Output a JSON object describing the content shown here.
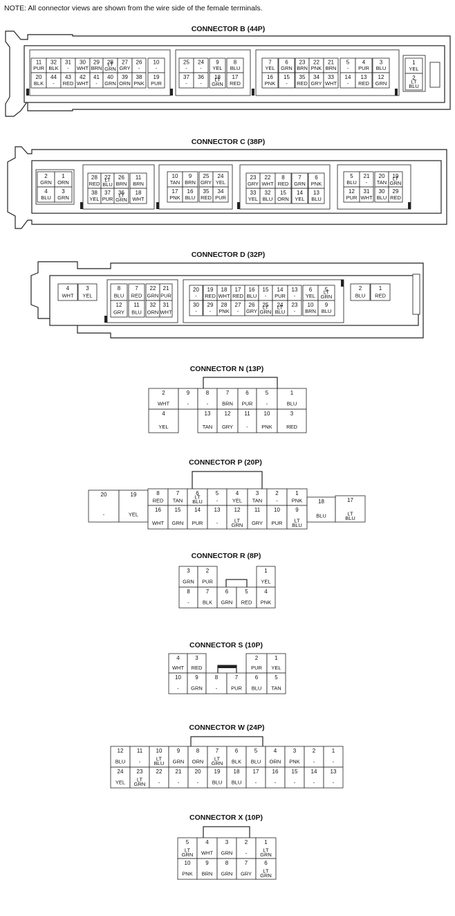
{
  "note": "NOTE: All connector views are shown from the wire side of the female terminals.",
  "connectors": {
    "B": {
      "title": "CONNECTOR B (44P)",
      "pins": [
        {
          "n": "11",
          "c": "PUR"
        },
        {
          "n": "32",
          "c": "BLK"
        },
        {
          "n": "31",
          "c": "-"
        },
        {
          "n": "30",
          "c": "WHT"
        },
        {
          "n": "29",
          "c": "BRN"
        },
        {
          "n": "28",
          "c": "LT GRN"
        },
        {
          "n": "27",
          "c": "GRY"
        },
        {
          "n": "26",
          "c": "-"
        },
        {
          "n": "10",
          "c": "-"
        },
        {
          "n": "20",
          "c": "BLK"
        },
        {
          "n": "44",
          "c": "-"
        },
        {
          "n": "43",
          "c": "RED"
        },
        {
          "n": "42",
          "c": "WHT"
        },
        {
          "n": "41",
          "c": "-"
        },
        {
          "n": "40",
          "c": "GRN"
        },
        {
          "n": "39",
          "c": "ORN"
        },
        {
          "n": "38",
          "c": "PNK"
        },
        {
          "n": "19",
          "c": "PUR"
        },
        {
          "n": "25",
          "c": "-"
        },
        {
          "n": "24",
          "c": "-"
        },
        {
          "n": "9",
          "c": "YEL"
        },
        {
          "n": "8",
          "c": "BLU"
        },
        {
          "n": "37",
          "c": "-"
        },
        {
          "n": "36",
          "c": "-"
        },
        {
          "n": "18",
          "c": "LT GRN"
        },
        {
          "n": "17",
          "c": "RED"
        },
        {
          "n": "7",
          "c": "YEL"
        },
        {
          "n": "6",
          "c": "GRN"
        },
        {
          "n": "23",
          "c": "BRN"
        },
        {
          "n": "22",
          "c": "PNK"
        },
        {
          "n": "21",
          "c": "BRN"
        },
        {
          "n": "5",
          "c": "-"
        },
        {
          "n": "4",
          "c": "PUR"
        },
        {
          "n": "3",
          "c": "BLU"
        },
        {
          "n": "16",
          "c": "PNK"
        },
        {
          "n": "15",
          "c": "-"
        },
        {
          "n": "35",
          "c": "RED"
        },
        {
          "n": "34",
          "c": "GRY"
        },
        {
          "n": "33",
          "c": "WHT"
        },
        {
          "n": "14",
          "c": "-"
        },
        {
          "n": "13",
          "c": "RED"
        },
        {
          "n": "12",
          "c": "GRN"
        },
        {
          "n": "1",
          "c": "YEL"
        },
        {
          "n": "2",
          "c": "LT BLU"
        }
      ]
    },
    "C": {
      "title": "CONNECTOR C (38P)",
      "pins": [
        {
          "n": "2",
          "c": "GRN"
        },
        {
          "n": "1",
          "c": "ORN"
        },
        {
          "n": "4",
          "c": "BLU"
        },
        {
          "n": "3",
          "c": "GRN"
        },
        {
          "n": "28",
          "c": "RED"
        },
        {
          "n": "27",
          "c": "LT BLU"
        },
        {
          "n": "26",
          "c": "BRN"
        },
        {
          "n": "11",
          "c": "BRN"
        },
        {
          "n": "38",
          "c": "YEL"
        },
        {
          "n": "37",
          "c": "PUR"
        },
        {
          "n": "36",
          "c": "LT GRN"
        },
        {
          "n": "18",
          "c": "WHT"
        },
        {
          "n": "10",
          "c": "TAN"
        },
        {
          "n": "9",
          "c": "BRN"
        },
        {
          "n": "25",
          "c": "GRY"
        },
        {
          "n": "24",
          "c": "YEL"
        },
        {
          "n": "17",
          "c": "PNK"
        },
        {
          "n": "16",
          "c": "BLU"
        },
        {
          "n": "35",
          "c": "RED"
        },
        {
          "n": "34",
          "c": "PUR"
        },
        {
          "n": "23",
          "c": "GRY"
        },
        {
          "n": "22",
          "c": "WHT"
        },
        {
          "n": "8",
          "c": "RED"
        },
        {
          "n": "7",
          "c": "GRN"
        },
        {
          "n": "6",
          "c": "PNK"
        },
        {
          "n": "33",
          "c": "YEL"
        },
        {
          "n": "32",
          "c": "BLU"
        },
        {
          "n": "15",
          "c": "ORN"
        },
        {
          "n": "14",
          "c": "YEL"
        },
        {
          "n": "13",
          "c": "BLU"
        },
        {
          "n": "5",
          "c": "BLU"
        },
        {
          "n": "21",
          "c": "-"
        },
        {
          "n": "20",
          "c": "TAN"
        },
        {
          "n": "19",
          "c": "LT GRN"
        },
        {
          "n": "12",
          "c": "PUR"
        },
        {
          "n": "31",
          "c": "WHT"
        },
        {
          "n": "30",
          "c": "BLU"
        },
        {
          "n": "29",
          "c": "RED"
        }
      ]
    },
    "D": {
      "title": "CONNECTOR D (32P)",
      "pins": [
        {
          "n": "4",
          "c": "WHT"
        },
        {
          "n": "3",
          "c": "YEL"
        },
        {
          "n": "8",
          "c": "BLU"
        },
        {
          "n": "7",
          "c": "RED"
        },
        {
          "n": "22",
          "c": "GRN"
        },
        {
          "n": "21",
          "c": "PUR"
        },
        {
          "n": "12",
          "c": "GRY"
        },
        {
          "n": "11",
          "c": "BLU"
        },
        {
          "n": "32",
          "c": "ORN"
        },
        {
          "n": "31",
          "c": "WHT"
        },
        {
          "n": "20",
          "c": "-"
        },
        {
          "n": "19",
          "c": "RED"
        },
        {
          "n": "18",
          "c": "WHT"
        },
        {
          "n": "17",
          "c": "RED"
        },
        {
          "n": "16",
          "c": "BLU"
        },
        {
          "n": "15",
          "c": "-"
        },
        {
          "n": "14",
          "c": "PUR"
        },
        {
          "n": "13",
          "c": "-"
        },
        {
          "n": "6",
          "c": "YEL"
        },
        {
          "n": "5",
          "c": "LT GRN"
        },
        {
          "n": "30",
          "c": "-"
        },
        {
          "n": "29",
          "c": "-"
        },
        {
          "n": "28",
          "c": "PNK"
        },
        {
          "n": "27",
          "c": "-"
        },
        {
          "n": "26",
          "c": "GRY"
        },
        {
          "n": "25",
          "c": "LT GRN"
        },
        {
          "n": "24",
          "c": "LT BLU"
        },
        {
          "n": "23",
          "c": "-"
        },
        {
          "n": "10",
          "c": "BRN"
        },
        {
          "n": "9",
          "c": "BLU"
        },
        {
          "n": "2",
          "c": "BLU"
        },
        {
          "n": "1",
          "c": "RED"
        }
      ]
    },
    "N": {
      "title": "CONNECTOR N (13P)",
      "pins": [
        {
          "n": "2",
          "c": "WHT"
        },
        {
          "n": "9",
          "c": "-"
        },
        {
          "n": "8",
          "c": "-"
        },
        {
          "n": "7",
          "c": "BRN"
        },
        {
          "n": "6",
          "c": "PUR"
        },
        {
          "n": "5",
          "c": "-"
        },
        {
          "n": "1",
          "c": "BLU"
        },
        {
          "n": "4",
          "c": "YEL"
        },
        {
          "n": "13",
          "c": "TAN"
        },
        {
          "n": "12",
          "c": "GRY"
        },
        {
          "n": "11",
          "c": "-"
        },
        {
          "n": "10",
          "c": "PNK"
        },
        {
          "n": "3",
          "c": "RED"
        }
      ]
    },
    "P": {
      "title": "CONNECTOR P (20P)",
      "pins": [
        {
          "n": "20",
          "c": "-"
        },
        {
          "n": "19",
          "c": "YEL"
        },
        {
          "n": "8",
          "c": "RED"
        },
        {
          "n": "7",
          "c": "TAN"
        },
        {
          "n": "6",
          "c": "LT BLU"
        },
        {
          "n": "5",
          "c": "-"
        },
        {
          "n": "4",
          "c": "YEL"
        },
        {
          "n": "3",
          "c": "TAN"
        },
        {
          "n": "2",
          "c": "-"
        },
        {
          "n": "1",
          "c": "PNK"
        },
        {
          "n": "16",
          "c": "WHT"
        },
        {
          "n": "15",
          "c": "GRN"
        },
        {
          "n": "14",
          "c": "PUR"
        },
        {
          "n": "13",
          "c": "-"
        },
        {
          "n": "12",
          "c": "LT GRN"
        },
        {
          "n": "11",
          "c": "GRY"
        },
        {
          "n": "10",
          "c": "PUR"
        },
        {
          "n": "9",
          "c": "LT BLU"
        },
        {
          "n": "18",
          "c": "BLU"
        },
        {
          "n": "17",
          "c": "LT BLU"
        }
      ]
    },
    "R": {
      "title": "CONNECTOR R (8P)",
      "pins": [
        {
          "n": "3",
          "c": "GRN"
        },
        {
          "n": "2",
          "c": "PUR"
        },
        {
          "n": "1",
          "c": "YEL"
        },
        {
          "n": "8",
          "c": "-"
        },
        {
          "n": "7",
          "c": "BLK"
        },
        {
          "n": "6",
          "c": "GRN"
        },
        {
          "n": "5",
          "c": "RED"
        },
        {
          "n": "4",
          "c": "PNK"
        }
      ]
    },
    "S": {
      "title": "CONNECTOR S (10P)",
      "pins": [
        {
          "n": "4",
          "c": "WHT"
        },
        {
          "n": "3",
          "c": "RED"
        },
        {
          "n": "2",
          "c": "PUR"
        },
        {
          "n": "1",
          "c": "YEL"
        },
        {
          "n": "10",
          "c": "-"
        },
        {
          "n": "9",
          "c": "GRN"
        },
        {
          "n": "8",
          "c": "-"
        },
        {
          "n": "7",
          "c": "PUR"
        },
        {
          "n": "6",
          "c": "BLU"
        },
        {
          "n": "5",
          "c": "TAN"
        }
      ]
    },
    "W": {
      "title": "CONNECTOR W (24P)",
      "pins": [
        {
          "n": "12",
          "c": "BLU"
        },
        {
          "n": "11",
          "c": "-"
        },
        {
          "n": "10",
          "c": "LT BLU"
        },
        {
          "n": "9",
          "c": "GRN"
        },
        {
          "n": "8",
          "c": "ORN"
        },
        {
          "n": "7",
          "c": "LT GRN"
        },
        {
          "n": "6",
          "c": "BLK"
        },
        {
          "n": "5",
          "c": "BLU"
        },
        {
          "n": "4",
          "c": "ORN"
        },
        {
          "n": "3",
          "c": "PNK"
        },
        {
          "n": "2",
          "c": "-"
        },
        {
          "n": "1",
          "c": "-"
        },
        {
          "n": "24",
          "c": "YEL"
        },
        {
          "n": "23",
          "c": "LT GRN"
        },
        {
          "n": "22",
          "c": "-"
        },
        {
          "n": "21",
          "c": "-"
        },
        {
          "n": "20",
          "c": "-"
        },
        {
          "n": "19",
          "c": "BLU"
        },
        {
          "n": "18",
          "c": "BLU"
        },
        {
          "n": "17",
          "c": "-"
        },
        {
          "n": "16",
          "c": "-"
        },
        {
          "n": "15",
          "c": "-"
        },
        {
          "n": "14",
          "c": "-"
        },
        {
          "n": "13",
          "c": "-"
        }
      ]
    },
    "X": {
      "title": "CONNECTOR X (10P)",
      "pins": [
        {
          "n": "5",
          "c": "LT GRN"
        },
        {
          "n": "4",
          "c": "WHT"
        },
        {
          "n": "3",
          "c": "GRN"
        },
        {
          "n": "2",
          "c": "-"
        },
        {
          "n": "1",
          "c": "LT GRN"
        },
        {
          "n": "10",
          "c": "PNK"
        },
        {
          "n": "9",
          "c": "BRN"
        },
        {
          "n": "8",
          "c": "GRN"
        },
        {
          "n": "7",
          "c": "GRY"
        },
        {
          "n": "6",
          "c": "LT GRN"
        }
      ]
    }
  }
}
